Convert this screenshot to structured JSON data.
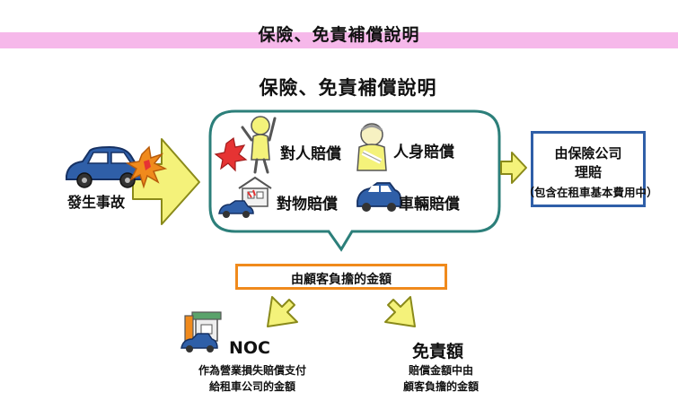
{
  "header": {
    "title": "保險、免責補償說明"
  },
  "diagram": {
    "title": "保險、免責補償說明",
    "incident_label": "發生事故",
    "covered_items": {
      "person": "對人賠償",
      "body": "人身賠償",
      "property": "對物賠償",
      "vehicle": "車輛賠償"
    },
    "insurer": {
      "title": "由保險公司\n理賠",
      "note": "（包含在租車基本費用中）"
    },
    "customer_pays": "由顧客負擔的金額",
    "noc": {
      "title": "NOC",
      "description": "作為營業損失賠償支付\n給租車公司的金額"
    },
    "deductible": {
      "title": "免責額",
      "description": "賠償金額中由\n顧客負擔的金額"
    }
  },
  "colors": {
    "banner": "#f6b8ea",
    "header_text": "#8a6a12",
    "bubble_border": "#2c7f7a",
    "insurer_border": "#2f5fa8",
    "customer_border": "#f08a1c",
    "arrow_fill": "#f4f27a",
    "arrow_stroke": "#8a8a1a",
    "car": "#2f5fa8"
  }
}
